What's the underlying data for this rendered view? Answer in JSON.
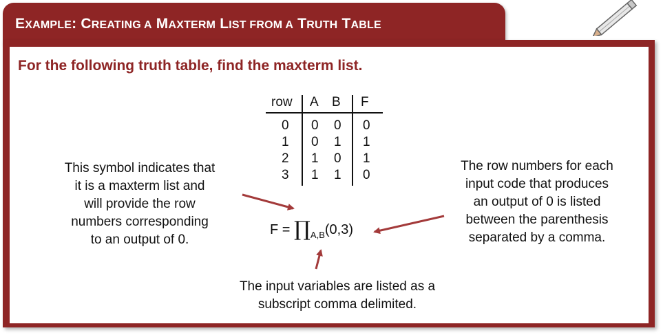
{
  "title": {
    "prefix": "E",
    "rest1": "XAMPLE",
    "c2": ": C",
    "rest2": "REATING A",
    "c3": " M",
    "rest3": "AXTERM",
    "c4": " L",
    "rest4": "IST FROM A",
    "c5": " T",
    "rest5": "RUTH",
    "c6": " T",
    "rest6": "ABLE"
  },
  "prompt": "For the following truth table, find the maxterm list.",
  "truth_table": {
    "headers": [
      "row",
      "A",
      "B",
      "F"
    ],
    "rows": [
      [
        "0",
        "0",
        "0",
        "0"
      ],
      [
        "1",
        "0",
        "1",
        "1"
      ],
      [
        "2",
        "1",
        "0",
        "1"
      ],
      [
        "3",
        "1",
        "1",
        "0"
      ]
    ]
  },
  "formula": {
    "lhs": "F =",
    "symbol": "∏",
    "subscript": "A,B",
    "args": "(0,3)"
  },
  "notes": {
    "left": [
      "This symbol indicates that",
      "it is a maxterm list and",
      "will provide the row",
      "numbers corresponding",
      "to an output of 0."
    ],
    "right": [
      "The row numbers for each",
      "input code that produces",
      "an output of 0 is listed",
      "between the parenthesis",
      "separated by a comma."
    ],
    "bottom": [
      "The input variables are listed as a",
      "subscript comma delimited."
    ]
  },
  "colors": {
    "accent": "#8e2525",
    "arrow": "#a33a3a"
  },
  "icons": {
    "corner": "pencil-icon"
  }
}
